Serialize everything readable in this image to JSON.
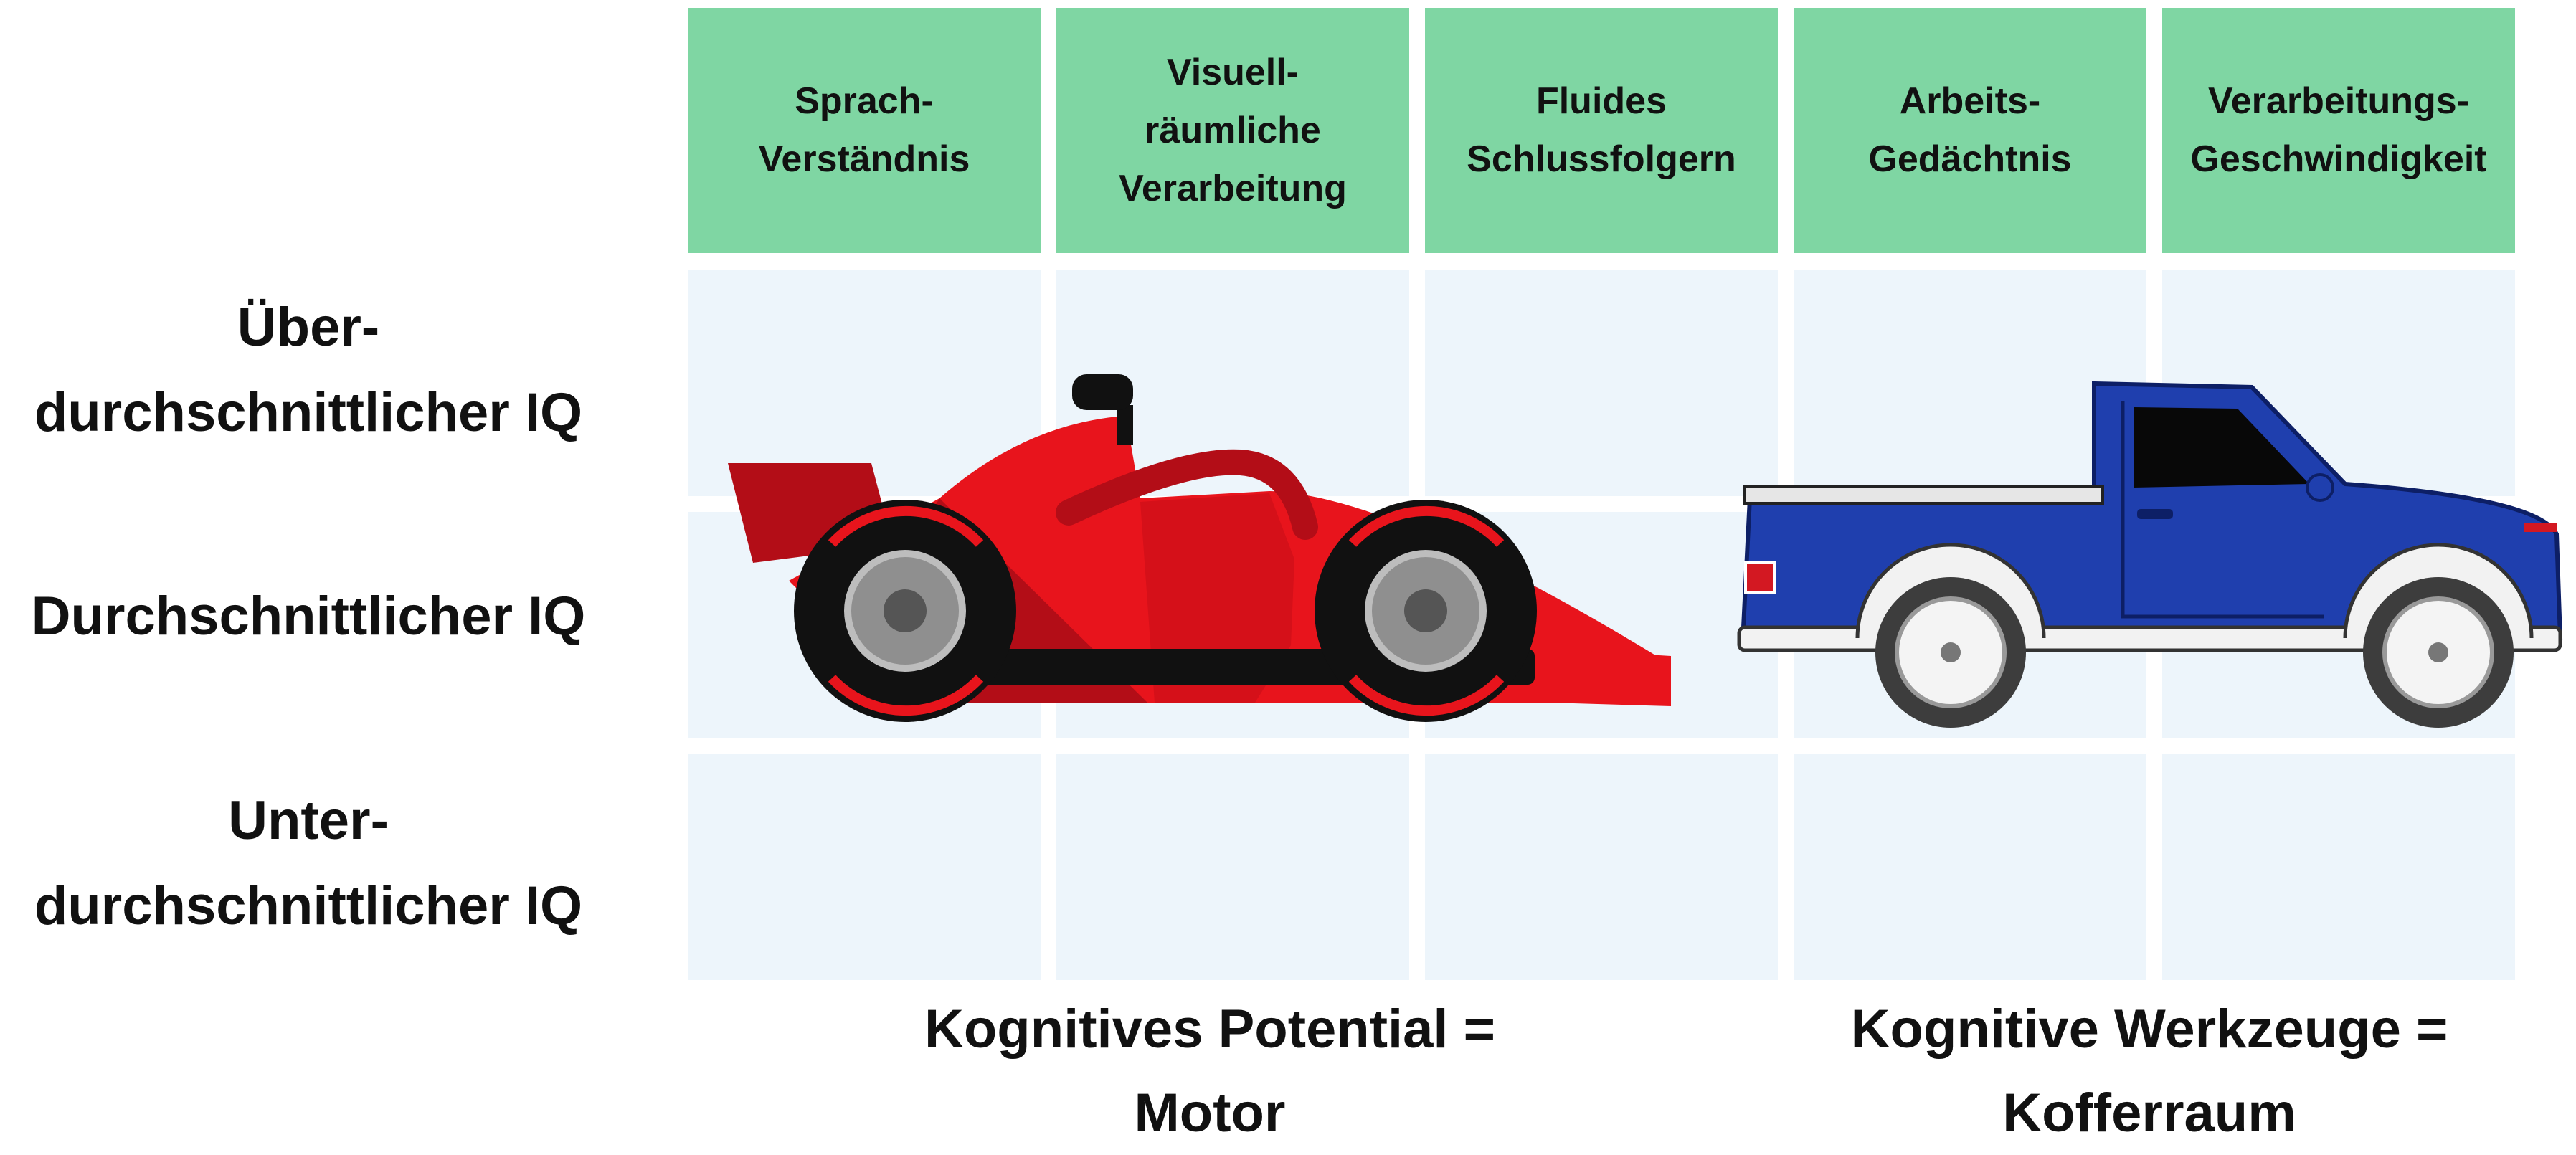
{
  "columns": [
    {
      "label": "Sprach-\nVerständnis"
    },
    {
      "label": "Visuell-\nräumliche\nVerarbeitung"
    },
    {
      "label": "Fluides\nSchlussfolgern"
    },
    {
      "label": "Arbeits-\nGedächtnis"
    },
    {
      "label": "Verarbeitungs-\nGeschwindigkeit"
    }
  ],
  "rows": [
    {
      "label": "Über-\ndurchschnittlicher IQ"
    },
    {
      "label": "Durchschnittlicher IQ"
    },
    {
      "label": "Unter-\ndurchschnittlicher IQ"
    }
  ],
  "captions": {
    "left": "Kognitives Potential =\nMotor",
    "right": "Kognitive Werkzeuge =\nKofferraum"
  },
  "icons": {
    "left": "race-car-icon",
    "right": "pickup-truck-icon"
  },
  "colors": {
    "header_fill": "#7fd6a3",
    "cell_fill": "#edf5fb",
    "car_red": "#e8141c",
    "truck_blue": "#1f3fae"
  }
}
